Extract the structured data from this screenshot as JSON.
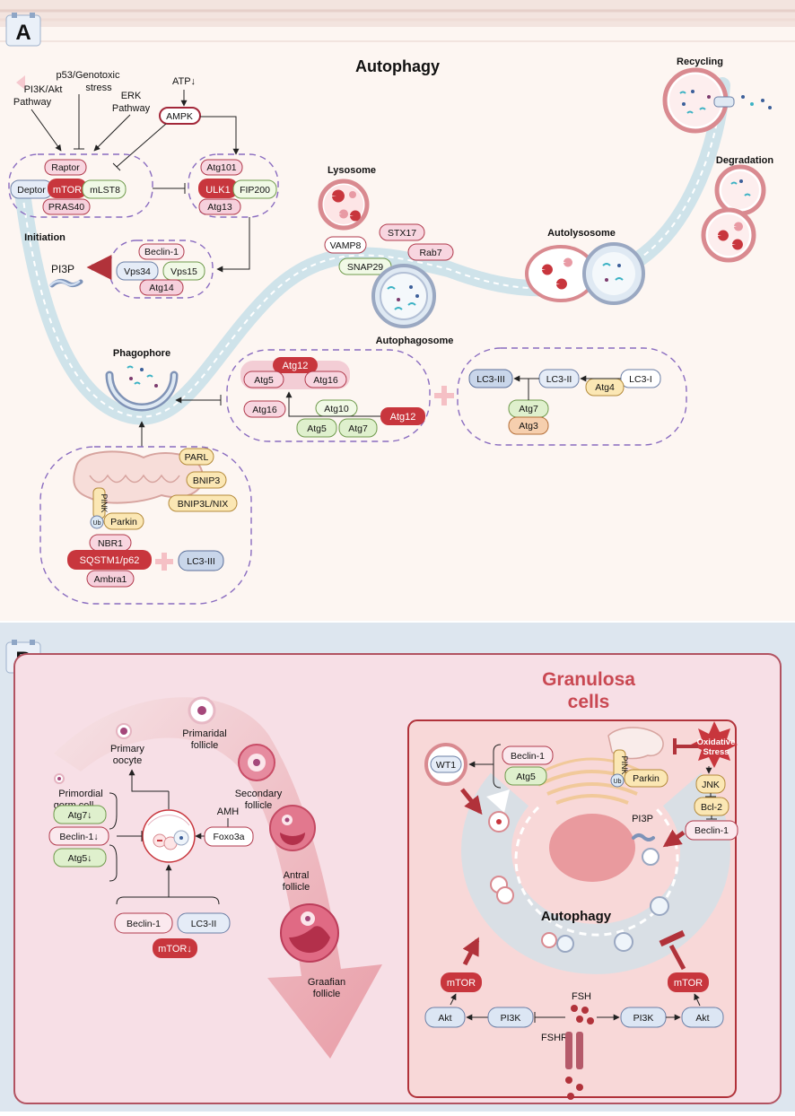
{
  "panel_a": {
    "letter": "A",
    "title": "Autophagy",
    "inputs": {
      "pi3k_akt": [
        "PI3K/Akt",
        "Pathway"
      ],
      "p53": [
        "p53/Genotoxic",
        "stress"
      ],
      "erk": [
        "ERK",
        "Pathway"
      ],
      "atp": "ATP↓",
      "ampk": "AMPK"
    },
    "mtor_complex": {
      "raptor": "Raptor",
      "deptor": "Deptor",
      "mtor": "mTOR",
      "mlst8": "mLST8",
      "pras40": "PRAS40"
    },
    "ulk_complex": {
      "atg101": "Atg101",
      "ulk1": "ULK1",
      "fip200": "FIP200",
      "atg13": "Atg13"
    },
    "initiation": "Initiation",
    "pi3p": "PI3P",
    "beclin_complex": {
      "beclin1": "Beclin-1",
      "vps34": "Vps34",
      "vps15": "Vps15",
      "atg14": "Atg14"
    },
    "lysosome": "Lysosome",
    "fusion": {
      "vamp8": "VAMP8",
      "stx17": "STX17",
      "rab7": "Rab7",
      "snap29": "SNAP29"
    },
    "autophagosome": "Autophagosome",
    "autolysosome": "Autolysosome",
    "recycling": "Recycling",
    "degradation": "Degradation",
    "phagophore": "Phagophore",
    "atg12_system": {
      "atg12_top": "Atg12",
      "atg5": "Atg5",
      "atg16_top": "Atg16",
      "atg10": "Atg10",
      "atg16": "Atg16",
      "atg5b": "Atg5",
      "atg7": "Atg7",
      "atg12": "Atg12"
    },
    "lc3_system": {
      "lc3_iii": "LC3-III",
      "lc3_ii": "LC3-II",
      "lc3_i": "LC3-I",
      "atg4": "Atg4",
      "atg7": "Atg7",
      "atg3": "Atg3"
    },
    "mitophagy": {
      "parl": "PARL",
      "bnip3": "BNIP3",
      "bnip3l": "BNIP3L/NIX",
      "pink": "PINK",
      "ub": "Ub",
      "parkin": "Parkin",
      "nbr1": "NBR1",
      "sqstm1": "SQSTM1/p62",
      "ambra1": "Ambra1",
      "lc3_iii": "LC3-III"
    }
  },
  "panel_b": {
    "letter": "B",
    "granulosa_title": [
      "Granulosa",
      "cells"
    ],
    "stages": {
      "primordial_germ": [
        "Primordial",
        "germ cell"
      ],
      "primary_oocyte": [
        "Primary",
        "oocyte"
      ],
      "primordial_follicle": [
        "Primaridal",
        "follicle"
      ],
      "secondary_follicle": [
        "Secondary",
        "follicle"
      ],
      "antral_follicle": [
        "Antral",
        "follicle"
      ],
      "graafian_follicle": [
        "Graafian",
        "follicle"
      ]
    },
    "regulators": {
      "atg7": "Atg7↓",
      "beclin1": "Beclin-1↓",
      "atg5": "Atg5↓",
      "amh": "AMH",
      "foxo3a": "Foxo3a",
      "beclin1b": "Beclin-1",
      "lc3_ii": "LC3-II",
      "mtor": "mTOR↓"
    },
    "cell": {
      "wt1": "WT1",
      "beclin1": "Beclin-1",
      "atg5": "Atg5",
      "oxidative": [
        "Oxidative",
        "Stress"
      ],
      "pink": "PINK",
      "ub": "Ub",
      "parkin": "Parkin",
      "jnk": "JNK",
      "bcl2": "Bcl-2",
      "beclin1b": "Beclin-1",
      "pi3p": "PI3P",
      "autophagy": "Autophagy",
      "mtor_l": "mTOR",
      "mtor_r": "mTOR",
      "akt_l": "Akt",
      "pi3k_l": "PI3K",
      "fsh": "FSH",
      "fshr": "FSHR",
      "pi3k_r": "PI3K",
      "akt_r": "Akt"
    }
  },
  "colors": {
    "red": "#c8363d",
    "pink": "#f6d0dc",
    "green": "#dff0cd",
    "blue": "#dce6f4",
    "yellow": "#fbe7b4",
    "peach": "#f6cfae",
    "purple_dash": "#8a6cc0"
  }
}
